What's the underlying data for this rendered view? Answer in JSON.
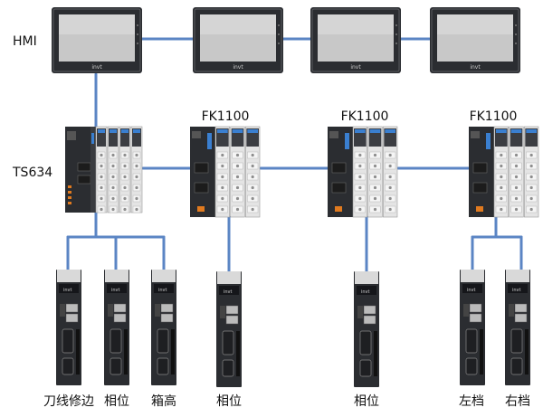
{
  "labels": {
    "hmi": "HMI",
    "controller": "TS634",
    "io_modules": [
      "FK1100",
      "FK1100",
      "FK1100"
    ]
  },
  "hmi_panels": [
    {
      "brand": "invt"
    },
    {
      "brand": "invt"
    },
    {
      "brand": "invt"
    },
    {
      "brand": "invt"
    }
  ],
  "drives": [
    {
      "label": "刀线修边",
      "brand": "invt"
    },
    {
      "label": "相位",
      "brand": "invt"
    },
    {
      "label": "箱高",
      "brand": "invt"
    },
    {
      "label": "相位",
      "brand": "invt"
    },
    {
      "label": "相位",
      "brand": "invt"
    },
    {
      "label": "左档",
      "brand": "invt"
    },
    {
      "label": "右档",
      "brand": "invt"
    }
  ],
  "colors": {
    "link": "#5b85c4",
    "device_dark": "#2b2d31",
    "module_body": "#e4e4e4",
    "screen": "#c8c8c8",
    "accent_blue": "#3a7fd0"
  }
}
